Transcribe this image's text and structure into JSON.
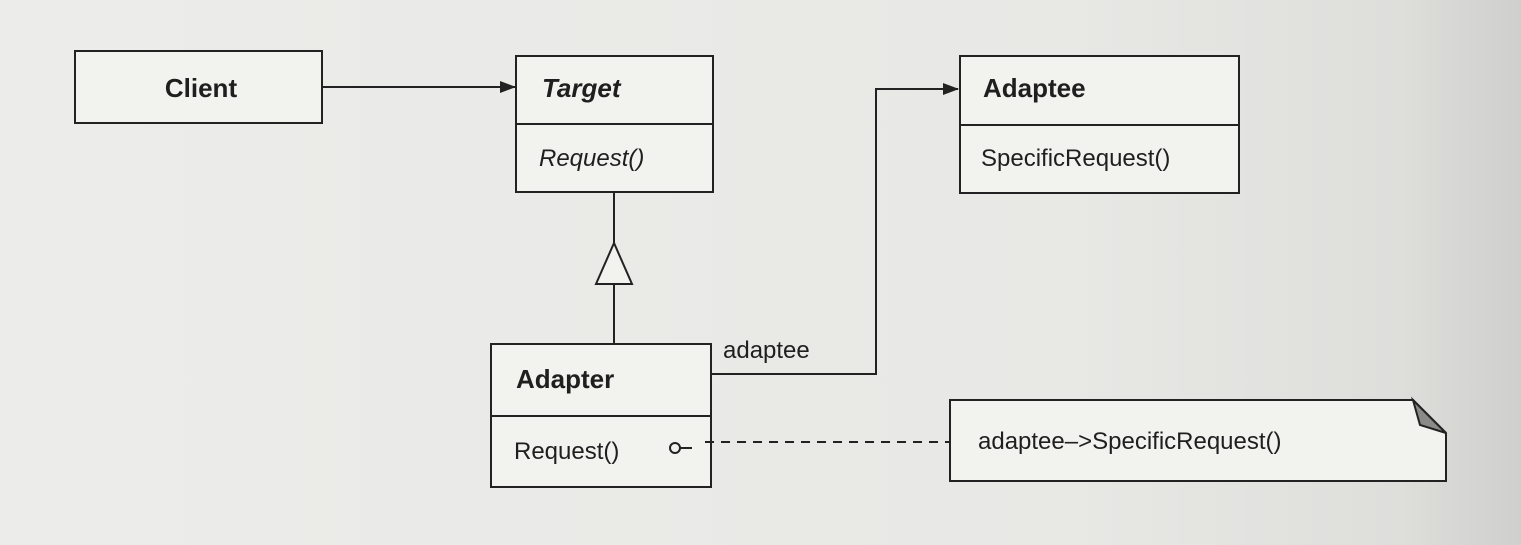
{
  "diagram": {
    "client": {
      "name": "Client"
    },
    "target": {
      "name": "Target",
      "operation": "Request()"
    },
    "adaptee": {
      "name": "Adaptee",
      "operation": "SpecificRequest()"
    },
    "adapter": {
      "name": "Adapter",
      "operation": "Request()"
    },
    "association_label": "adaptee",
    "note": "adaptee–>SpecificRequest()"
  }
}
